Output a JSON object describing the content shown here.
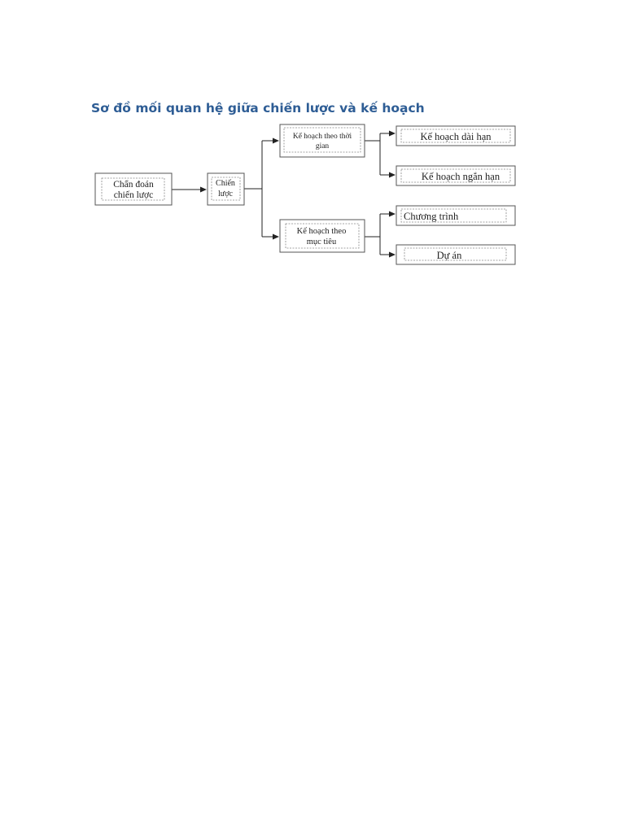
{
  "document": {
    "title": "Sơ đồ mối quan hệ giữa chiến lược và kế hoạch"
  },
  "diagram": {
    "nodes": {
      "diagnosis": {
        "line1": "Chẩn đoán",
        "line2": "chiến lược"
      },
      "strategy": {
        "line1": "Chiến",
        "line2": "lược"
      },
      "time_plan": {
        "line1": "Kế hoạch theo thời",
        "line2": "gian"
      },
      "goal_plan": {
        "line1": "Kế hoạch theo",
        "line2": "mục tiêu"
      },
      "long_term": {
        "label": "Kế hoạch dài hạn"
      },
      "short_term": {
        "label": "Kế hoạch ngắn hạn"
      },
      "program": {
        "label": "Chương trình"
      },
      "project": {
        "label": "Dự án"
      }
    },
    "edges": [
      [
        "diagnosis",
        "strategy"
      ],
      [
        "strategy",
        "time_plan"
      ],
      [
        "strategy",
        "goal_plan"
      ],
      [
        "time_plan",
        "long_term"
      ],
      [
        "time_plan",
        "short_term"
      ],
      [
        "goal_plan",
        "program"
      ],
      [
        "goal_plan",
        "project"
      ]
    ]
  }
}
